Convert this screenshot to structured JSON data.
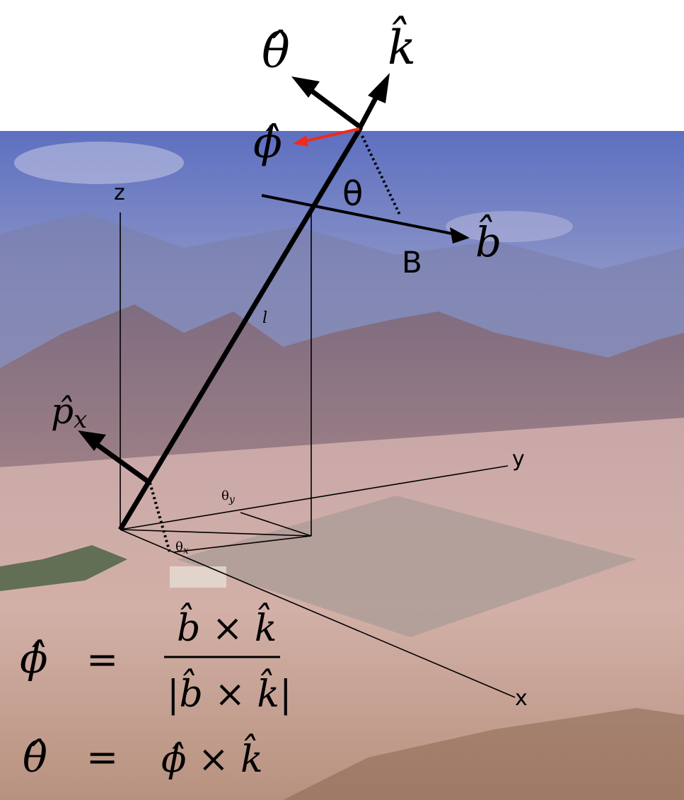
{
  "diagram": {
    "vector_labels": {
      "theta_hat": "θ̂",
      "k_hat": "k̂",
      "phi_hat": "ϕ̂",
      "b_hat": "b̂",
      "p_x_hat": "p̂",
      "p_x_sub": "x"
    },
    "angle_label": "θ",
    "field_label": "B",
    "length_label": "l",
    "axes": {
      "z": "z",
      "y": "y",
      "x": "x"
    },
    "ground_angles": {
      "theta_y": "θ",
      "theta_y_sub": "y",
      "theta_x": "θ",
      "theta_x_sub": "x"
    },
    "equations": [
      {
        "lhs": "ϕ̂",
        "eq": "=",
        "numerator": "b̂ × k̂",
        "denominator": "|b̂ × k̂|"
      },
      {
        "lhs": "θ̂",
        "eq": "=",
        "rhs": "ϕ̂ × k̂"
      }
    ],
    "colors": {
      "background_top": "#ffffff",
      "sky": "#6f80c4",
      "mountains": "#7d6f86",
      "ground": "#c9a9a6",
      "lines": "#000000",
      "phi_arrow": "#ee2b1e"
    }
  }
}
